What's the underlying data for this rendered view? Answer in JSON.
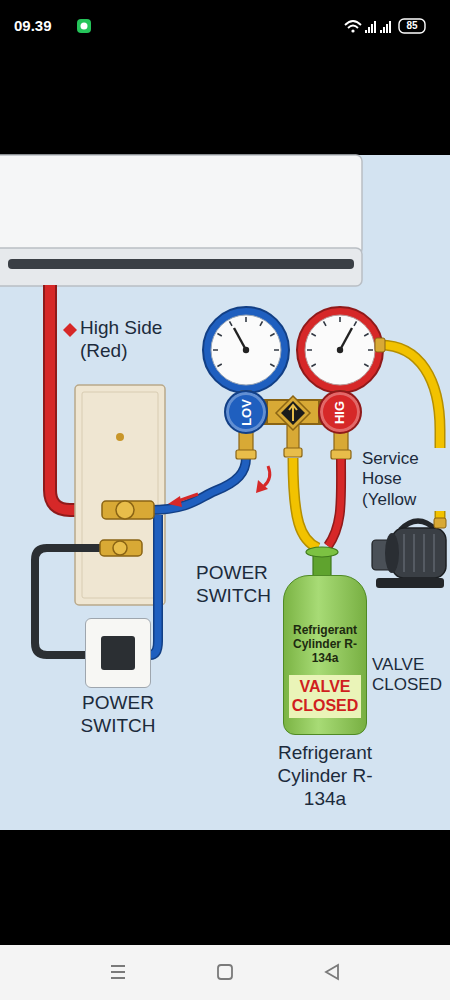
{
  "diagram": {
    "nodes": [
      {
        "text": [
          "LOV"
        ]
      },
      {
        "text": [
          "HIG"
        ]
      },
      {
        "text": [
          "Refrigerant Cylinder R-134a",
          "VALVE CLOSED"
        ]
      },
      {
        "text": [
          "POWER SWITCH"
        ]
      }
    ],
    "edges": [
      {
        "from": 0,
        "to": 1,
        "arrow": "none"
      }
    ],
    "labels": [
      "09.39",
      "85",
      "High Side (Red)",
      "Service Hose (Yellow",
      "POWER SWITCH",
      "VALVE CLOSED",
      "Refrigerant Cylinder R-134a"
    ]
  }
}
